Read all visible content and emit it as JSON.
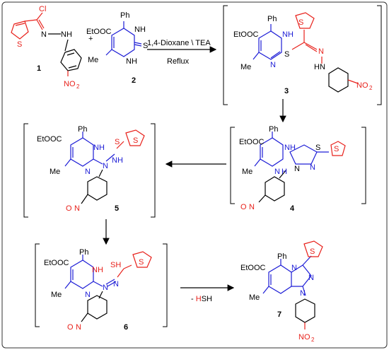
{
  "colors": {
    "red": "#e8211b",
    "blue": "#1d1dd6",
    "black": "#000000",
    "frame": "#333333"
  },
  "compounds": {
    "c1": {
      "number": "1",
      "cl": "Cl",
      "s": "S",
      "n": "N",
      "nh": "N",
      "h": "H",
      "no2": "NO",
      "sub2": "2"
    },
    "c2": {
      "number": "2",
      "ester": "EtOOC",
      "ph": "Ph",
      "nh1": "NH",
      "nh2": "N",
      "h2": "H",
      "me": "Me",
      "s": "S"
    },
    "c3": {
      "number": "3",
      "ester": "EtOOC",
      "ph": "Ph",
      "nh": "NH",
      "n": "N",
      "me": "Me",
      "s": "S",
      "ts": "S",
      "nn": "N",
      "hn": "HN",
      "no2": "NO",
      "sub2": "2"
    },
    "c4": {
      "number": "4",
      "ester": "EtOOC",
      "ph": "Ph",
      "nh": "NH",
      "n": "N",
      "h": "H",
      "me": "Me",
      "s": "S",
      "ts": "S",
      "n2": "N",
      "n3": "N",
      "no2": "O",
      "n_red": "N",
      "o_red": "O"
    },
    "c5": {
      "number": "5",
      "ester": "EtOOC",
      "ph": "Ph",
      "nh": "NH",
      "n": "N",
      "me": "Me",
      "s": "S",
      "ts": "S",
      "n2": "N",
      "nh2": "NH",
      "o2n": "O",
      "n_red": "N"
    },
    "c6": {
      "number": "6",
      "ester": "EtOOC",
      "ph": "Ph",
      "nh": "NH",
      "n": "N",
      "me": "Me",
      "sh": "SH",
      "ts": "S",
      "n2": "N",
      "n3": "N",
      "o2n": "O",
      "n_red": "N"
    },
    "c7": {
      "number": "7",
      "ester": "EtOOC",
      "ph": "Ph",
      "n": "N",
      "n2": "N",
      "n3": "N",
      "me": "Me",
      "ts": "S",
      "no2": "NO",
      "sub2": "2"
    }
  },
  "conditions": {
    "plus": "+",
    "reagents": "1,4-Dioxane \\ TEA",
    "reflux": "Reflux",
    "elimination_prefix": "- ",
    "elimination_h": "H",
    "elimination_sh": "SH"
  }
}
